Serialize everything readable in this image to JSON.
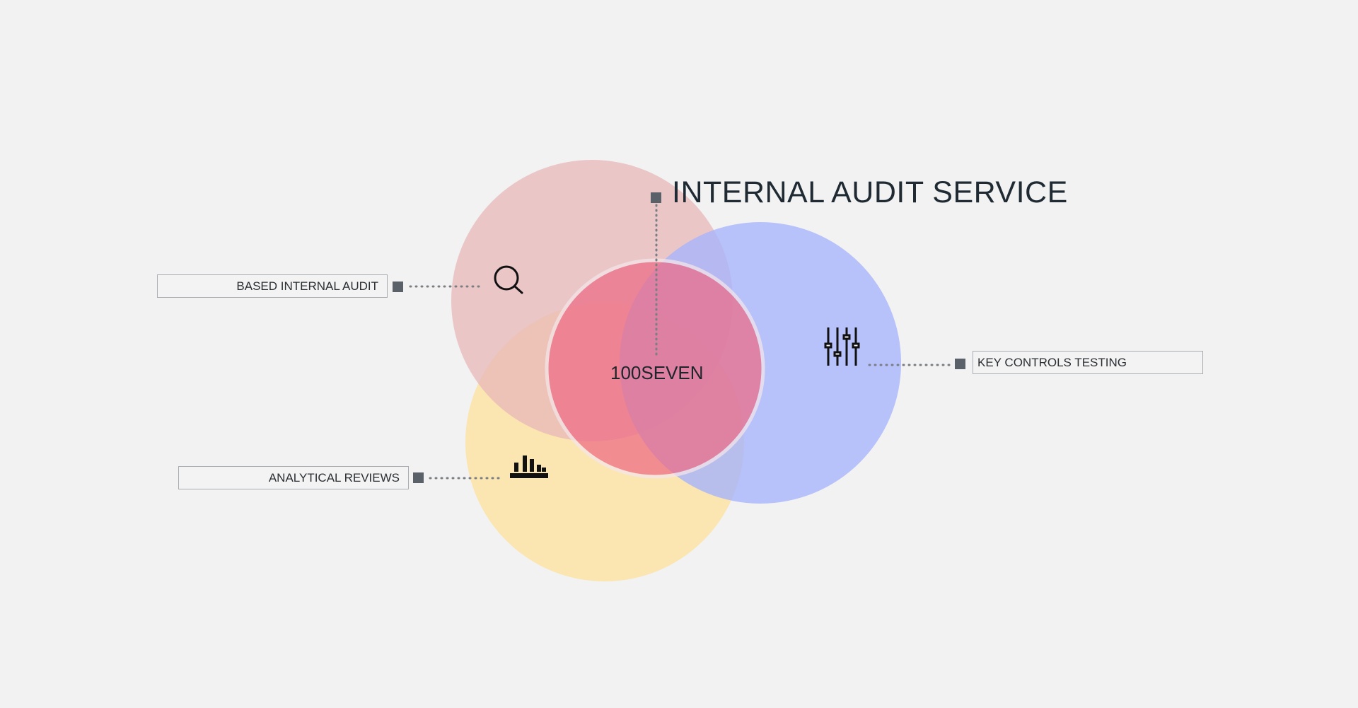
{
  "title": "INTERNAL AUDIT SERVICE",
  "center": {
    "label": "100SEVEN"
  },
  "circles": [
    {
      "name": "based-internal-audit",
      "color": "#e7b7b8"
    },
    {
      "name": "analytical-reviews",
      "color": "#fde3a6"
    },
    {
      "name": "key-controls-testing",
      "color": "#a7b4fb"
    },
    {
      "name": "center",
      "color": "#ee6b86"
    }
  ],
  "branches": [
    {
      "label": "BASED INTERNAL AUDIT",
      "icon": "magnifying-glass-icon"
    },
    {
      "label": "ANALYTICAL REVIEWS",
      "icon": "bar-chart-icon"
    },
    {
      "label": "KEY CONTROLS TESTING",
      "icon": "sliders-icon"
    }
  ],
  "colors": {
    "marker": "#5a6169",
    "connector": "#7b7f84",
    "text": "#1f2a33"
  }
}
